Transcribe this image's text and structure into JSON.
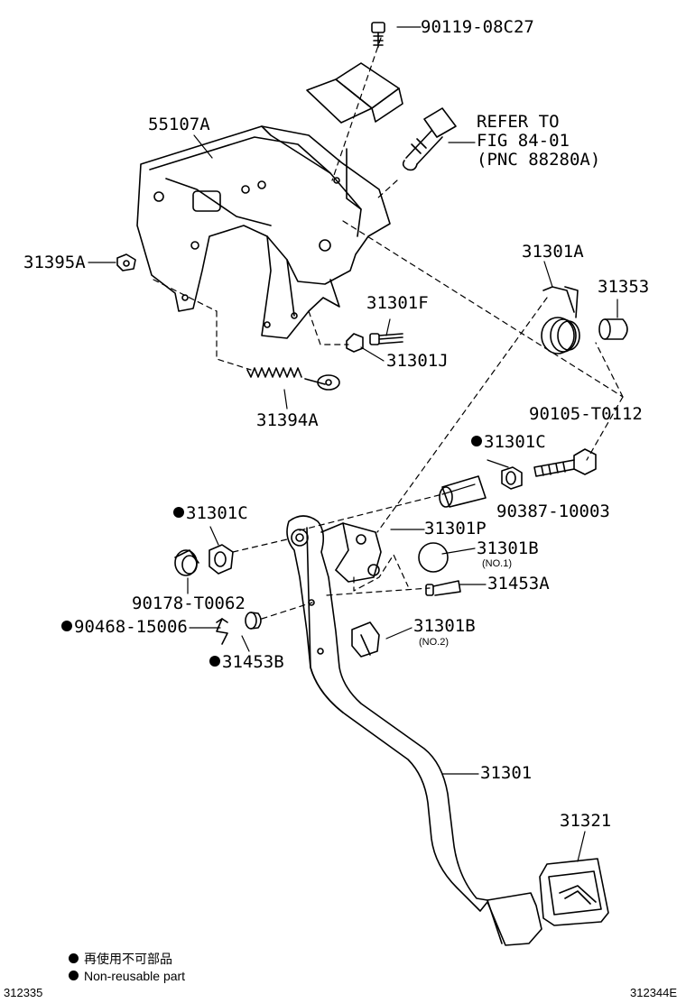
{
  "labels": {
    "p90119": "90119-08C27",
    "refer_line1": "REFER TO",
    "refer_line2": "FIG 84-01",
    "refer_line3": "(PNC 88280A)",
    "p55107A": "55107A",
    "p31395A": "31395A",
    "p31301A": "31301A",
    "p31353": "31353",
    "p31301F": "31301F",
    "p31301J": "31301J",
    "p31394A": "31394A",
    "p90105": "90105-T0112",
    "p31301C_right": "31301C",
    "p90387": "90387-10003",
    "p31301C_left": "31301C",
    "p31301P": "31301P",
    "p31301B_1": "31301B",
    "p31301B_1_sub": "(NO.1)",
    "p31453A": "31453A",
    "p90178": "90178-T0062",
    "p90468": "90468-15006",
    "p31301B_2": "31301B",
    "p31301B_2_sub": "(NO.2)",
    "p31453B": "31453B",
    "p31301": "31301",
    "p31321": "31321"
  },
  "legend": {
    "line1": "再使用不可部品",
    "line2": "Non-reusable part"
  },
  "codes": {
    "left": "312335",
    "right": "312344E"
  }
}
